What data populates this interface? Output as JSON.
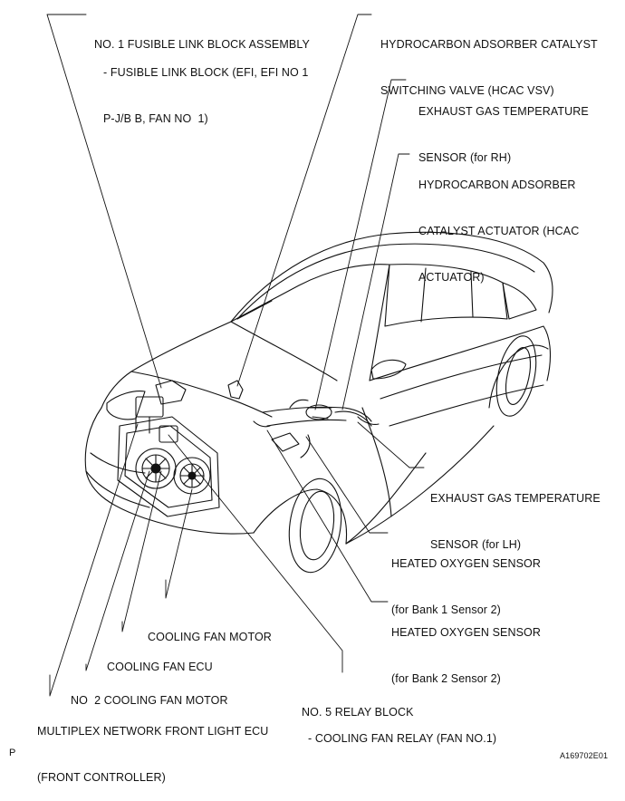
{
  "labels": {
    "fusible_link_assy": {
      "title": "NO. 1 FUSIBLE LINK BLOCK ASSEMBLY",
      "sub1": "- FUSIBLE LINK BLOCK (EFI, EFI NO 1",
      "sub2": "P-J/B B, FAN NO  1)"
    },
    "hcac_vsv": {
      "line1": "HYDROCARBON ADSORBER CATALYST",
      "line2": "SWITCHING VALVE (HCAC VSV)"
    },
    "exh_temp_rh": {
      "line1": "EXHAUST GAS TEMPERATURE",
      "line2": "SENSOR (for RH)"
    },
    "hcac_actuator": {
      "line1": "HYDROCARBON ADSORBER",
      "line2": "CATALYST ACTUATOR (HCAC",
      "line3": "ACTUATOR)"
    },
    "exh_temp_lh": {
      "line1": "EXHAUST GAS TEMPERATURE",
      "line2": "SENSOR (for LH)"
    },
    "ho2_bank1": {
      "line1": "HEATED OXYGEN SENSOR",
      "line2": "(for Bank 1 Sensor 2)"
    },
    "ho2_bank2": {
      "line1": "HEATED OXYGEN SENSOR",
      "line2": "(for Bank 2 Sensor 2)"
    },
    "cooling_fan_motor": {
      "line1": "COOLING FAN MOTOR"
    },
    "cooling_fan_ecu": {
      "line1": "COOLING FAN ECU"
    },
    "no2_cooling_fan_motor": {
      "line1": "NO  2 COOLING FAN MOTOR"
    },
    "relay_block": {
      "line1": "NO. 5 RELAY BLOCK",
      "line2": "- COOLING FAN RELAY (FAN NO.1)"
    },
    "multiplex_ecu": {
      "line1": "MULTIPLEX NETWORK FRONT LIGHT ECU",
      "line2": "(FRONT CONTROLLER)"
    }
  },
  "corner_left": "P",
  "corner_right": "A169702E01"
}
